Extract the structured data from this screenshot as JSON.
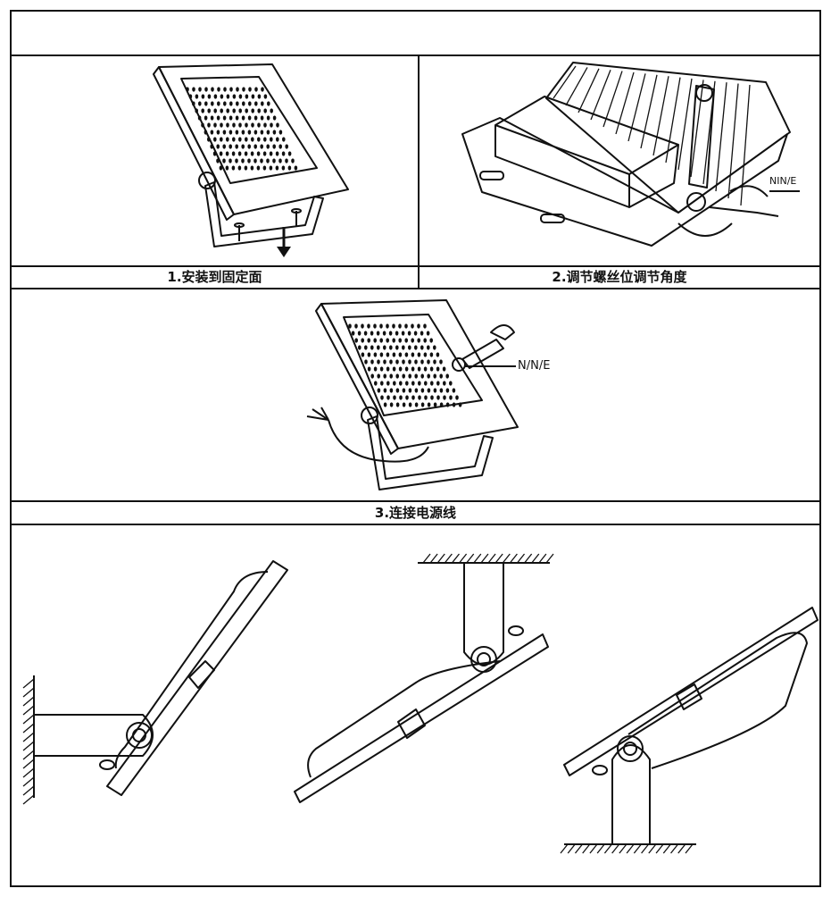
{
  "header": {
    "title": ""
  },
  "steps": [
    {
      "caption": "1.安装到固定面"
    },
    {
      "caption": "2.调节螺丝位调节角度"
    },
    {
      "caption": "3.连接电源线"
    }
  ],
  "labels": {
    "step2_wire": "NIN/E",
    "step3_wire": "N/N/E"
  },
  "mounting_positions": [
    "wall-mount",
    "ceiling-mount",
    "floor-mount"
  ]
}
